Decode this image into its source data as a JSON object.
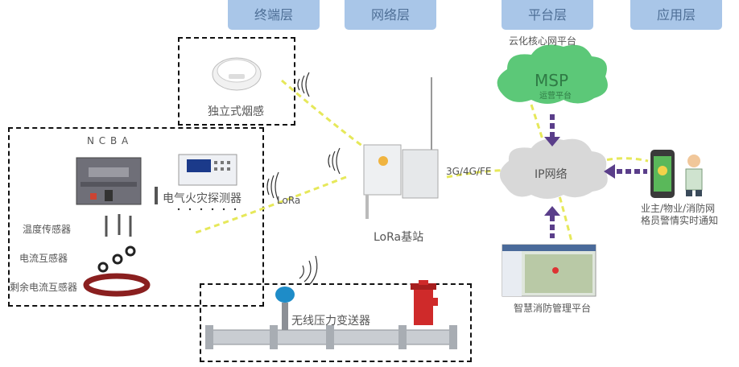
{
  "layers": [
    "终端层",
    "网络层",
    "平台层",
    "应用层"
  ],
  "cloud_core_platform": "云化核心网平台",
  "msp": {
    "title": "MSP",
    "subtitle": "运营平台"
  },
  "ip_network": "IP网络",
  "link_label": "3G/4G/FE",
  "lora_label": "LoRa",
  "lora_base_station": "LoRa基站",
  "smoke_detector": "独立式烟感",
  "breaker_phases": "N C B A",
  "electric_fire_detector": "电气火灾探测器",
  "temp_sensor": "温度传感器",
  "current_transformer": "电流互感器",
  "residual_current_transformer": "剩余电流互感器",
  "pressure_transmitter": "无线压力变送器",
  "fire_mgmt_platform": "智慧消防管理平台",
  "notify_text": [
    "业主/物业/消防网",
    "格员警情实时通知"
  ],
  "colors": {
    "layer_tab": "#a9c6e8",
    "layer_text": "#4e6f96",
    "cloud_green": "#5cc878",
    "cloud_gray": "#d8d8d8",
    "signal_yellow": "#e6e85a",
    "arrow_purple": "#5a3e8a"
  }
}
